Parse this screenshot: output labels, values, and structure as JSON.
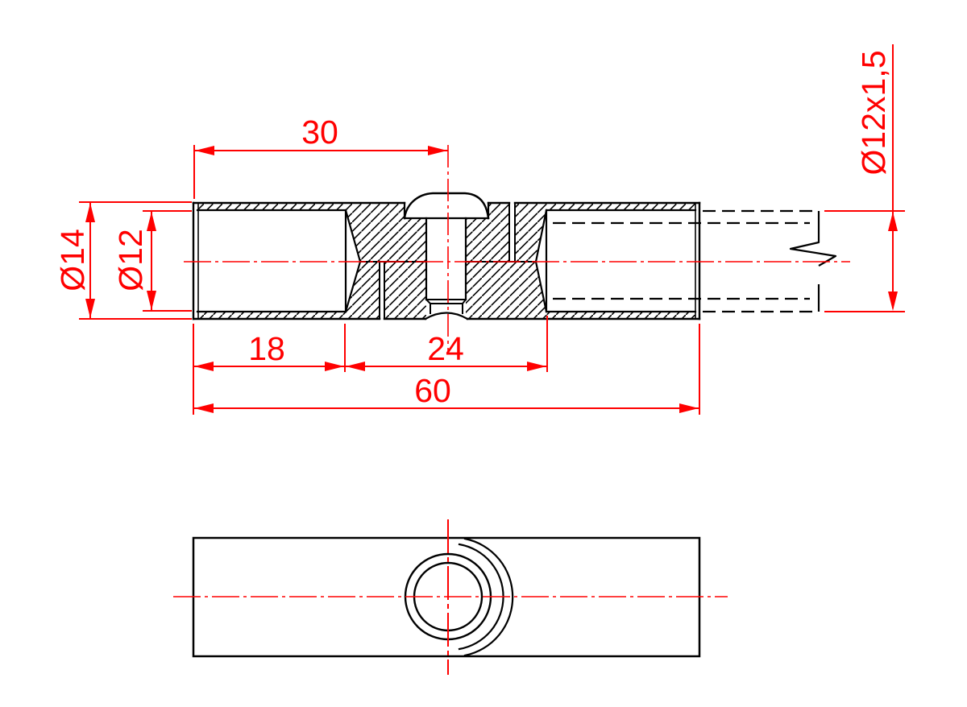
{
  "drawing": {
    "colors": {
      "outline": "#000000",
      "dimension": "#ff0000",
      "background": "#ffffff"
    },
    "dimensions": {
      "top_span": "30",
      "outer_diameter": "Ø14",
      "bore_diameter": "Ø12",
      "bore_depth": "18",
      "center_block": "24",
      "total_length": "60",
      "tube_spec": "Ø12x1,5"
    }
  }
}
